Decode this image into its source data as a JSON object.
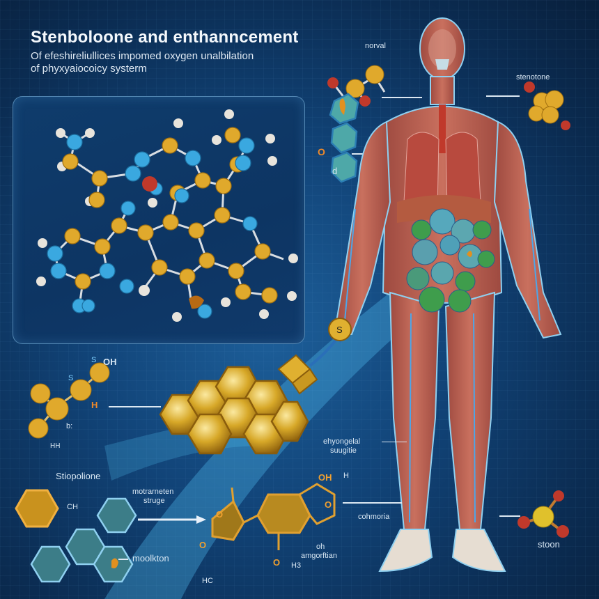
{
  "header": {
    "title": "Stenboloone and enthanncement",
    "subtitle_line1": "Of efeshireliullices impomed oxygen unalbilation",
    "subtitle_line2": "of phyxyaiocoicy systerm"
  },
  "labels": {
    "top_left_molecule": "norval",
    "top_right_molecule": "stenotone",
    "ring_d_mark": "d",
    "ring_o_mark": "O",
    "chain_oh": "OH",
    "chain_s1": "S",
    "chain_s2": "S",
    "chain_h": "H",
    "chain_b": "b:",
    "chain_hh": "HH",
    "ring_label": "Stiopolione",
    "ring_ch": "CH",
    "middle_label_line1": "motrarneten",
    "middle_label_line2": "struge",
    "bottom_ring_label": "moolkton",
    "struct_oh_top": "OH",
    "struct_h_top": "H",
    "struct_o_right": "O",
    "struct_o_left": "O",
    "struct_o_left2": "O",
    "struct_o_bottom": "O",
    "struct_h3": "H3",
    "struct_hc": "HC",
    "struct_caption_line1": "oh",
    "struct_caption_line2": "amgorftian",
    "body_label_line1": "ehyongelal",
    "body_label_line2": "suugitie",
    "body_label_calf": "cohmoria",
    "right_bottom_molecule": "stoon"
  },
  "colors": {
    "background": "#0b2c52",
    "gold": "#e0a92c",
    "cyan_atom": "#3aa8e0",
    "hydrogen": "#e8e4dc",
    "oxygen": "#c0392b",
    "green_cell": "#3f9d4c",
    "muscle": "#b8574a"
  }
}
